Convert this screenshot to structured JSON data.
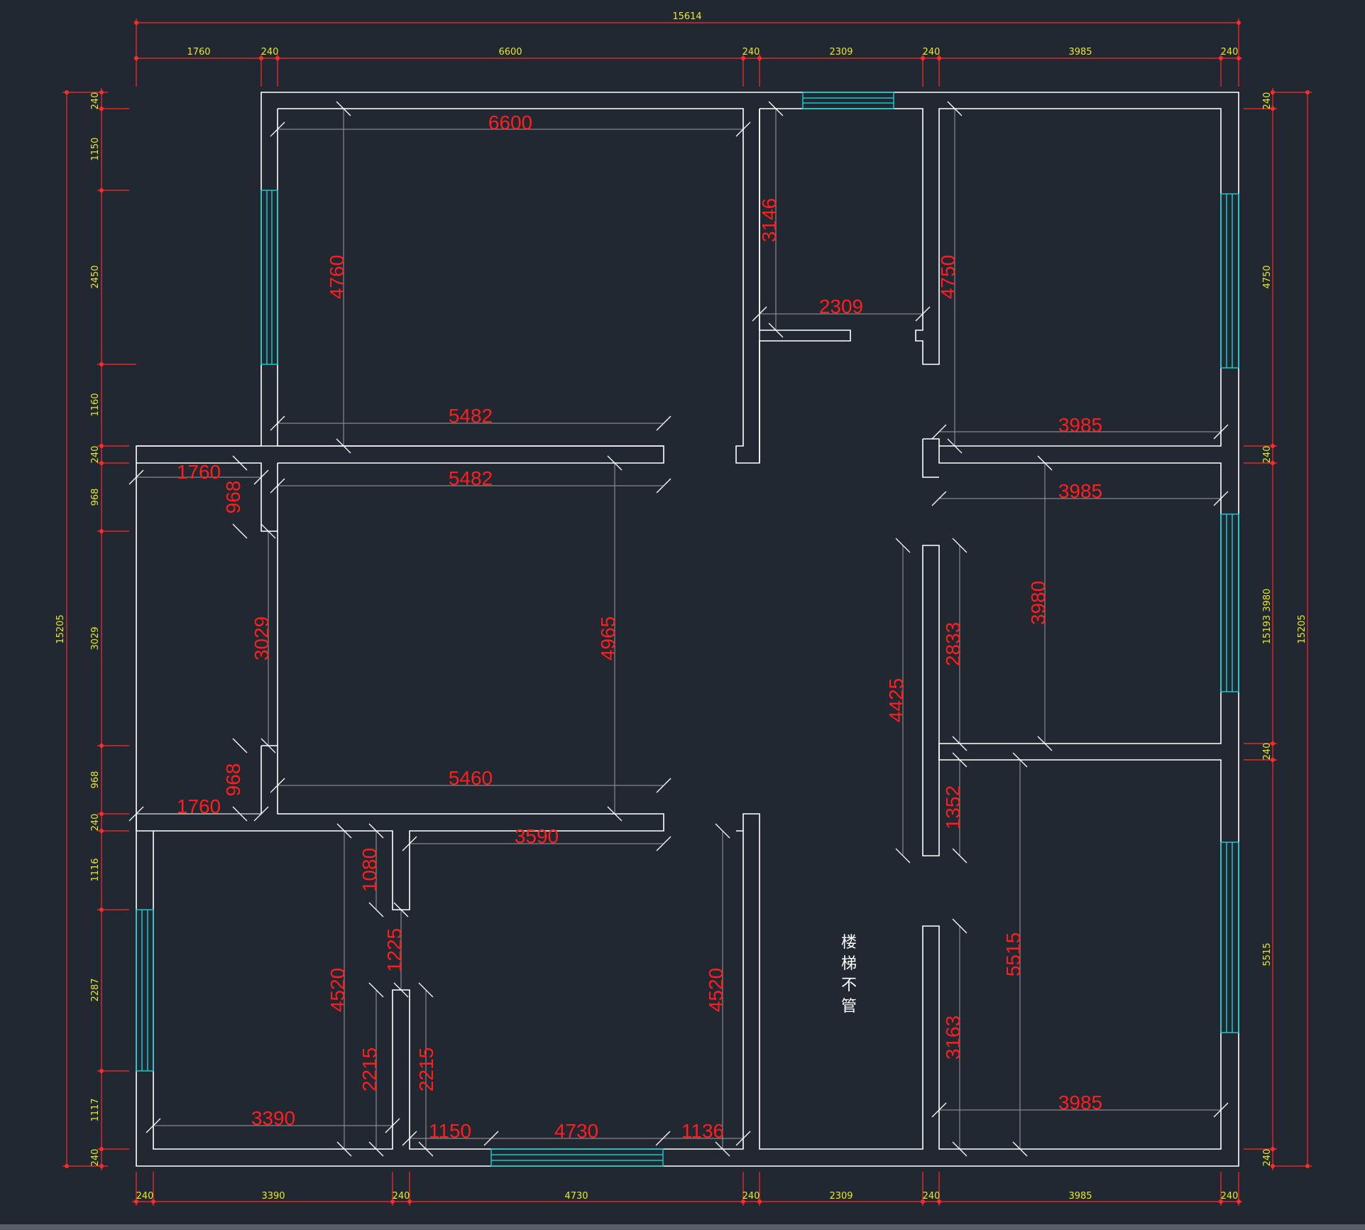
{
  "drawing": {
    "overall_width": "15614",
    "overall_height": "15205",
    "top_chain": [
      "1760",
      "240",
      "6600",
      "240",
      "2309",
      "240",
      "3985",
      "240"
    ],
    "bottom_chain": [
      "240",
      "3390",
      "240",
      "4730",
      "240",
      "2309",
      "240",
      "3985",
      "240"
    ],
    "left_chain": [
      "240",
      "1150",
      "2450",
      "1160",
      "240",
      "968",
      "3029",
      "968",
      "240",
      "1116",
      "2287",
      "1117",
      "240"
    ],
    "right_chain": [
      "240",
      "4750",
      "240",
      "15193 3980",
      "240",
      "5515",
      "240"
    ],
    "stair_note": [
      "楼",
      "梯",
      "不",
      "管"
    ]
  },
  "rooms": {
    "r1_top_width": "6600",
    "r1_height": "4760",
    "r1_bottom_width": "5482",
    "r2_small_height": "3146",
    "r2_small_width": "2309",
    "r3_height": "4750",
    "r3_width": "3985",
    "living_top_width": "5482",
    "living_side_1760_a": "1760",
    "living_side_968_a": "968",
    "living_left_height": "3029",
    "living_height": "4965",
    "living_side_968_b": "968",
    "living_bottom_width": "5460",
    "living_side_1760_b": "1760",
    "r4_width": "3985",
    "r4_height": "3980",
    "corridor_height": "4425",
    "corridor_part_a": "2833",
    "corridor_part_b": "1352",
    "r5_height": "5515",
    "r5_part": "3163",
    "r5_width": "3985",
    "kitchen_width": "3590",
    "kitchen_notch_h": "1080",
    "kitchen_mid_h": "1225",
    "bath_height": "4520",
    "bath_width": "3390",
    "bath_small_h_a": "2215",
    "bath_small_h_b": "2215",
    "dining_height": "4520",
    "dining_w_1150": "1150",
    "dining_w_4730": "4730",
    "dining_w_1136": "1136"
  }
}
